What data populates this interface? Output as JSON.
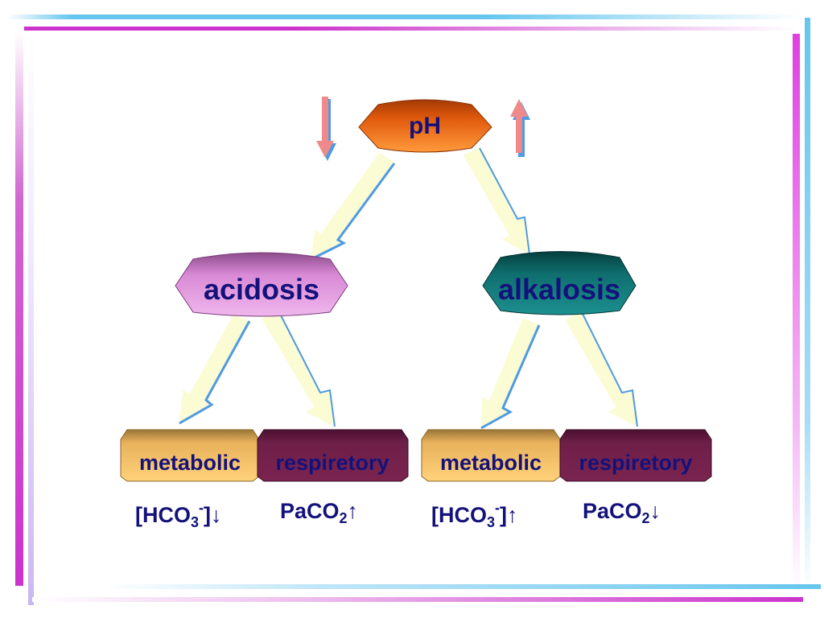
{
  "nodes": {
    "ph": "pH",
    "acidosis": "acidosis",
    "alkalosis": "alkalosis",
    "acid_metabolic": "metabolic",
    "acid_respiratory": "respiretory",
    "alk_metabolic": "metabolic",
    "alk_respiratory": "respiretory"
  },
  "formulas": {
    "acid_metabolic": {
      "open": "[HCO",
      "sub": "3",
      "sup": "-",
      "close": "]",
      "arrow": "↓"
    },
    "acid_respiratory": {
      "open": "PaCO",
      "sub": "2",
      "arrow": "↑"
    },
    "alk_metabolic": {
      "open": "[HCO",
      "sub": "3",
      "sup": "-",
      "close": "]",
      "arrow": "↑"
    },
    "alk_respiratory": {
      "open": "PaCO",
      "sub": "2",
      "arrow": "↓"
    }
  },
  "colors": {
    "ph_node": "#e0590c",
    "acidosis_node": "#d98ad6",
    "alkalosis_node": "#0f6e6e",
    "metabolic_box": "#e8b15c",
    "respiratory_box": "#6e1f47",
    "arrow_fill": "#fbfbd4",
    "arrow_edge": "#4f9ae3",
    "label_text": "#14127a",
    "frame_magenta": "#cc33cc",
    "frame_cyan": "#66c6ee"
  }
}
